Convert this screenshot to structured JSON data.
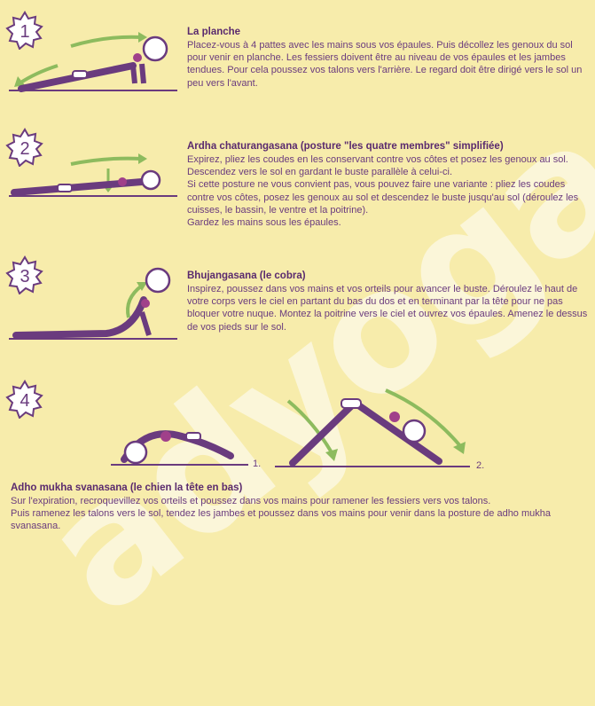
{
  "watermark": "adyoga.fr",
  "steps": [
    {
      "number": "1",
      "title": "La planche",
      "paragraphs": [
        "Placez-vous à 4 pattes avec les mains sous vos épaules. Puis décollez les genoux du sol pour venir en planche. Les fessiers doivent être au niveau de vos épaules et les jambes tendues. Pour cela poussez vos talons vers l'arrière. Le regard doit être dirigé vers le sol un peu vers l'avant."
      ]
    },
    {
      "number": "2",
      "title": "Ardha chaturangasana (posture \"les quatre membres\" simplifiée)",
      "paragraphs": [
        "Expirez, pliez les coudes en les conservant contre vos côtes et posez les genoux au sol. Descendez vers le sol en gardant le buste parallèle à celui-ci.",
        "Si cette posture ne vous convient pas, vous pouvez faire une variante : pliez les coudes contre vos côtes, posez les genoux au sol et descendez le buste jusqu'au sol (déroulez les cuisses, le bassin, le ventre et la poitrine).",
        "Gardez les mains sous les épaules."
      ]
    },
    {
      "number": "3",
      "title": "Bhujangasana (le cobra)",
      "paragraphs": [
        "Inspirez, poussez dans vos mains et vos orteils pour avancer le buste. Déroulez le haut de votre corps vers le ciel en partant du bas du dos et en terminant par la tête pour ne pas bloquer votre nuque. Montez la poitrine vers le ciel et ouvrez vos épaules. Amenez le dessus de vos pieds sur le sol."
      ]
    },
    {
      "number": "4",
      "title": "Adho mukha svanasana (le chien la tête en bas)",
      "paragraphs": [
        "Sur l'expiration, recroquevillez vos orteils et poussez dans vos mains pour ramener les fessiers vers vos talons.",
        "Puis ramenez les talons vers le sol, tendez les jambes et poussez dans vos mains pour venir dans la posture de adho mukha svanasana."
      ],
      "figure_labels": [
        "1.",
        "2."
      ]
    }
  ],
  "colors": {
    "purple": "#6a3b7e",
    "green": "#8dbb5e",
    "background": "#f7ecab",
    "flower": "#a0408a"
  }
}
